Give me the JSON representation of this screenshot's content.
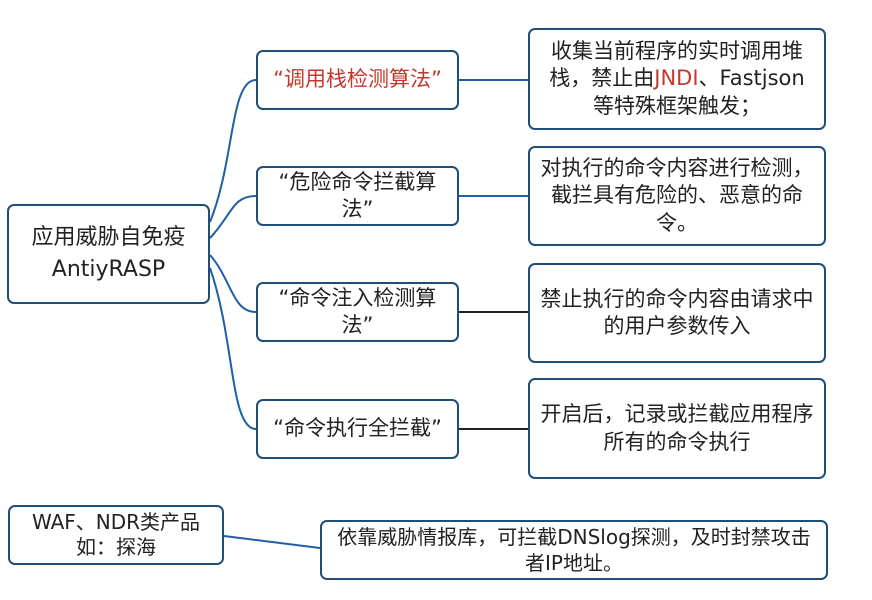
{
  "root": {
    "line1": "应用威胁自免疫",
    "line2": "AntiyRASP"
  },
  "algorithms": [
    {
      "label": "“调用栈检测算法”",
      "highlight": true
    },
    {
      "label": "“危险命令拦截算法”",
      "highlight": false
    },
    {
      "label": "“命令注入检测算法”",
      "highlight": false
    },
    {
      "label": "“命令执行全拦截”",
      "highlight": false
    }
  ],
  "descriptions": {
    "d1": {
      "before": "收集当前程序的实时调用堆栈，禁止由",
      "highlight": "JNDI",
      "after": "、Fastjson等特殊框架触发；"
    },
    "d2": "对执行的命令内容进行检测，截拦具有危险的、恶意的命令。",
    "d3": "禁止执行的命令内容由请求中的用户参数传入",
    "d4": "开启后，记录或拦截应用程序所有的命令执行"
  },
  "comparison": {
    "waf": "WAF、NDR类产品如：探海",
    "threat_intel": "依靠威胁情报库，可拦截DNSlog探测，及时封禁攻击者IP地址。"
  },
  "colors": {
    "box_border": "#1f4e79",
    "branch_line": "#1f5fa8",
    "link_line": "#222222",
    "highlight": "#c0392b"
  }
}
